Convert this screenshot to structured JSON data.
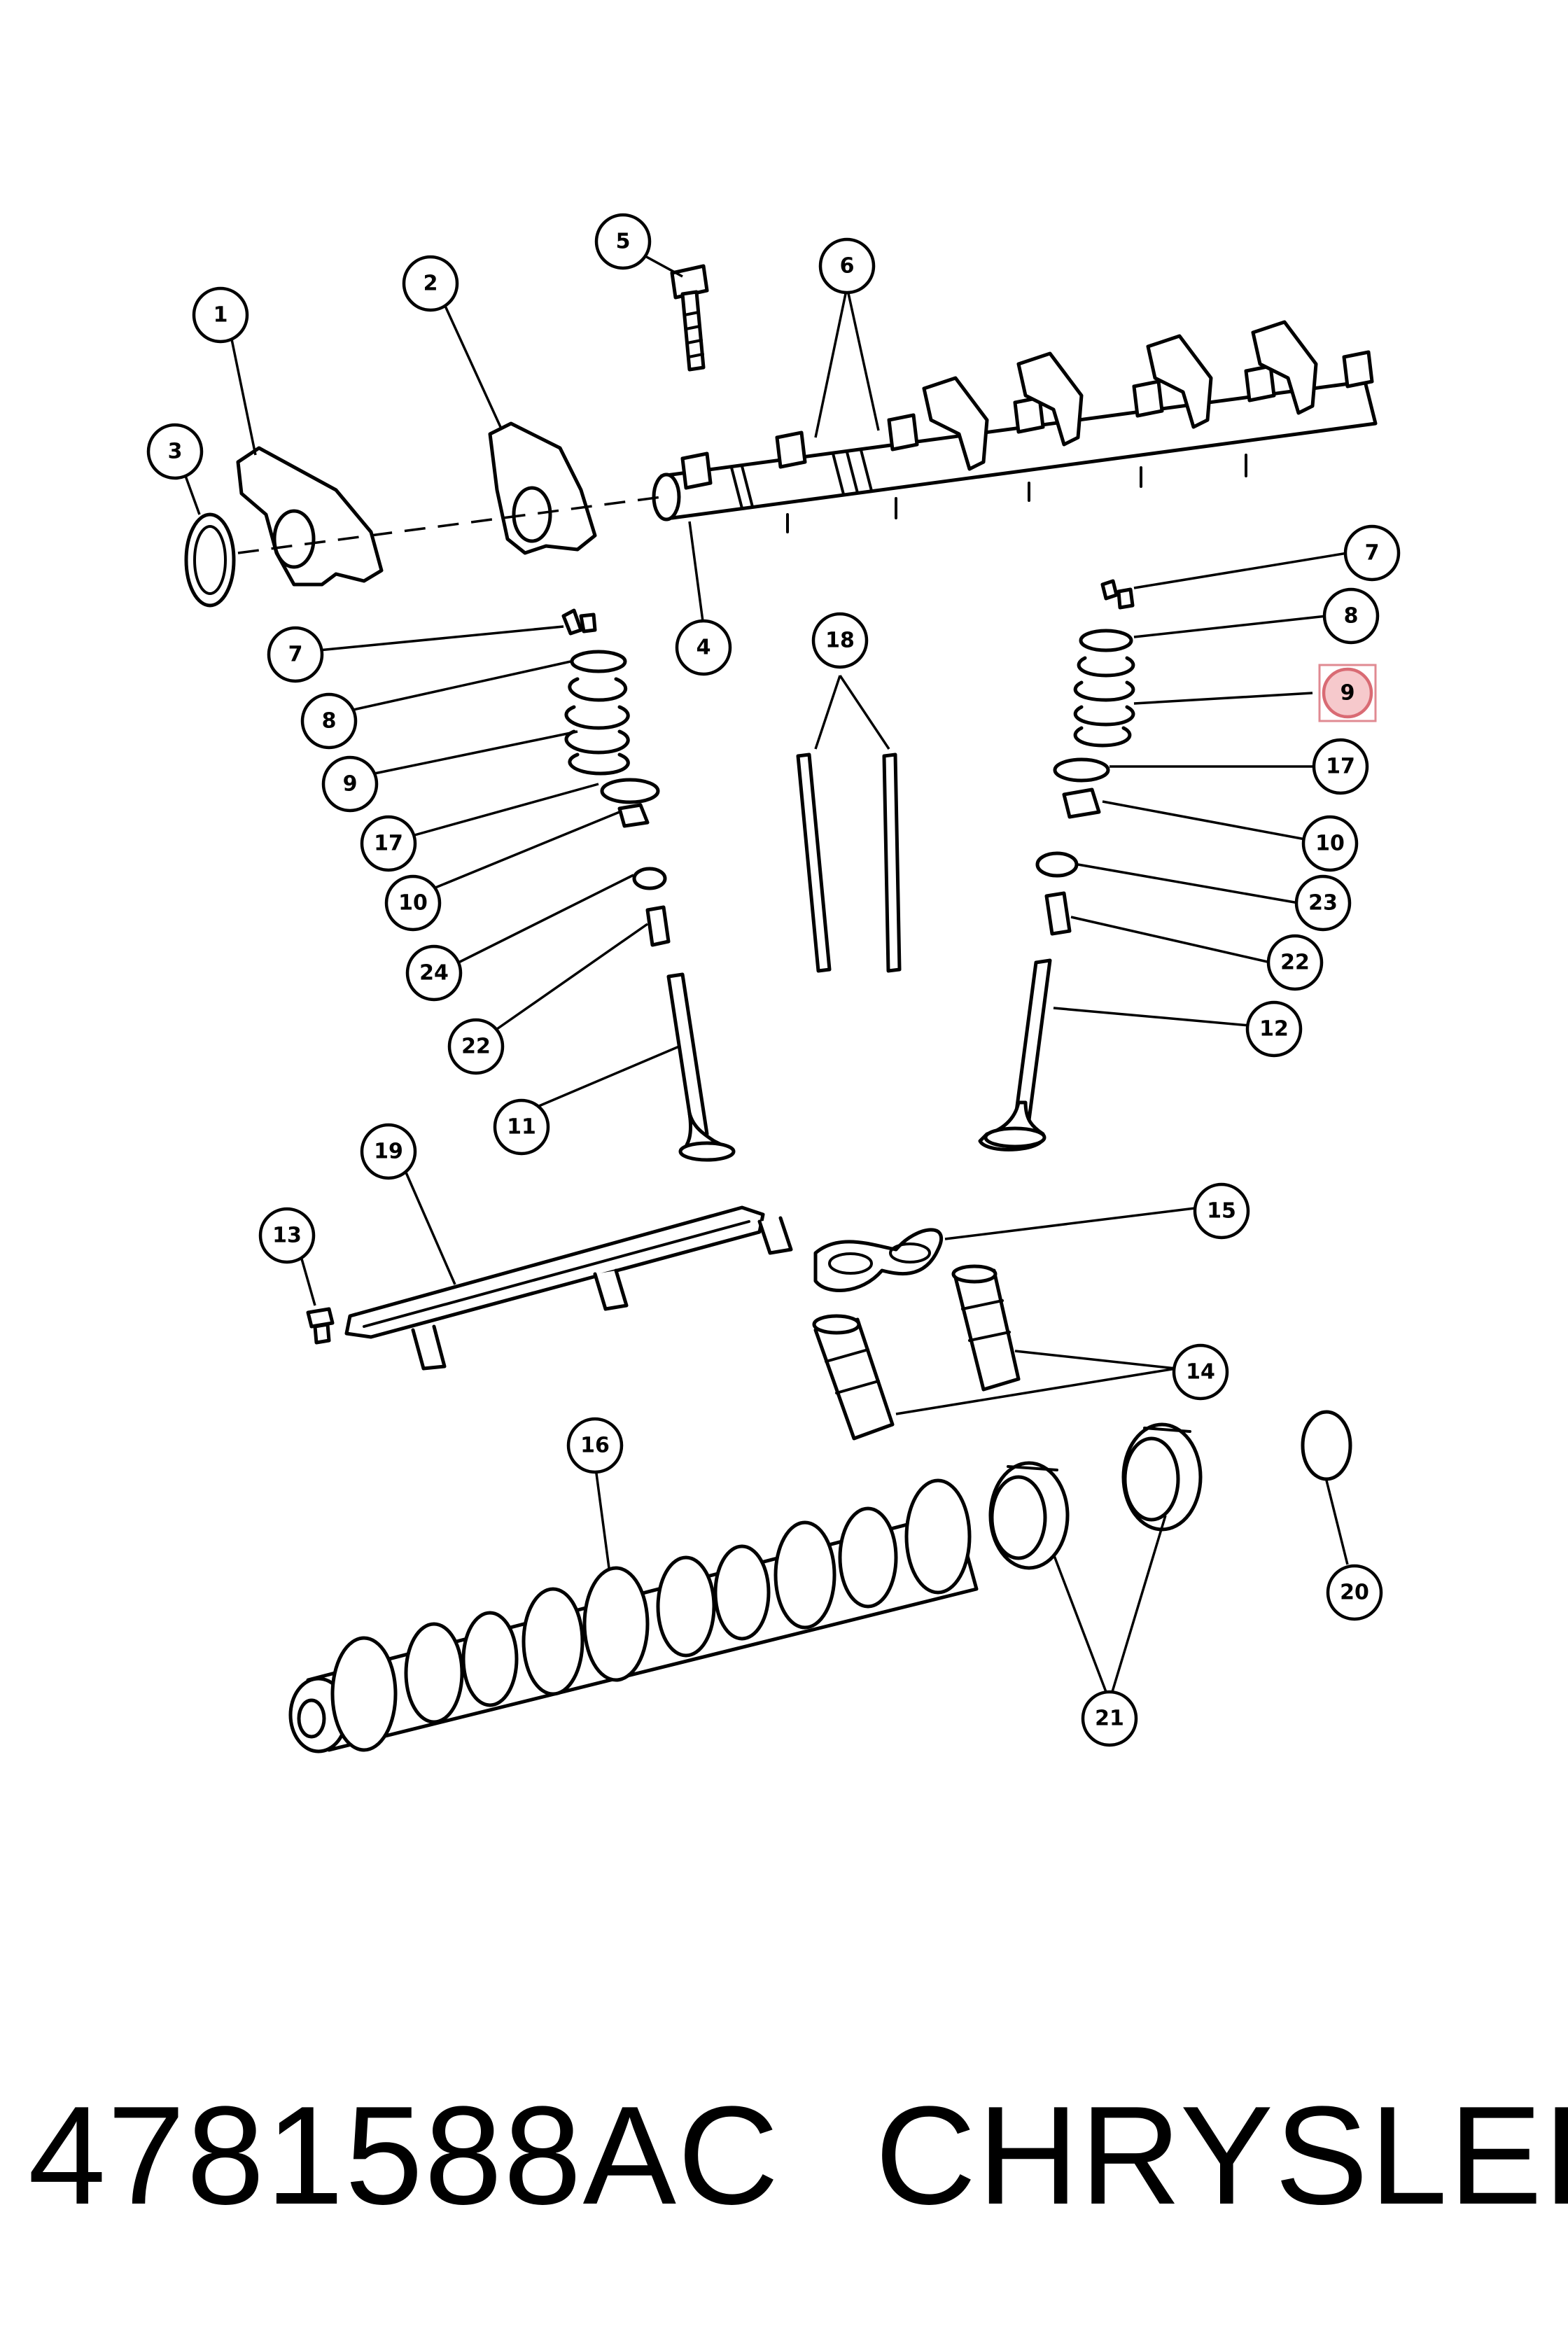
{
  "callouts": [
    {
      "id": "c1",
      "label": "1"
    },
    {
      "id": "c2",
      "label": "2"
    },
    {
      "id": "c3",
      "label": "3"
    },
    {
      "id": "c4",
      "label": "4"
    },
    {
      "id": "c5",
      "label": "5"
    },
    {
      "id": "c6",
      "label": "6"
    },
    {
      "id": "c7a",
      "label": "7"
    },
    {
      "id": "c7b",
      "label": "7"
    },
    {
      "id": "c8a",
      "label": "8"
    },
    {
      "id": "c8b",
      "label": "8"
    },
    {
      "id": "c9a",
      "label": "9"
    },
    {
      "id": "c9b",
      "label": "9",
      "highlighted": true
    },
    {
      "id": "c10a",
      "label": "10"
    },
    {
      "id": "c10b",
      "label": "10"
    },
    {
      "id": "c11",
      "label": "11"
    },
    {
      "id": "c12",
      "label": "12"
    },
    {
      "id": "c13",
      "label": "13"
    },
    {
      "id": "c14",
      "label": "14"
    },
    {
      "id": "c15",
      "label": "15"
    },
    {
      "id": "c16",
      "label": "16"
    },
    {
      "id": "c17a",
      "label": "17"
    },
    {
      "id": "c17b",
      "label": "17"
    },
    {
      "id": "c18",
      "label": "18"
    },
    {
      "id": "c19",
      "label": "19"
    },
    {
      "id": "c20",
      "label": "20"
    },
    {
      "id": "c21",
      "label": "21"
    },
    {
      "id": "c22a",
      "label": "22"
    },
    {
      "id": "c22b",
      "label": "22"
    },
    {
      "id": "c23",
      "label": "23"
    },
    {
      "id": "c24",
      "label": "24"
    }
  ],
  "footer": {
    "part_number": "4781588AC",
    "brand": "CHRYSLER"
  },
  "colors": {
    "line": "#000000",
    "highlight_fill": "#f6c9cc",
    "highlight_stroke": "#d96b74"
  }
}
